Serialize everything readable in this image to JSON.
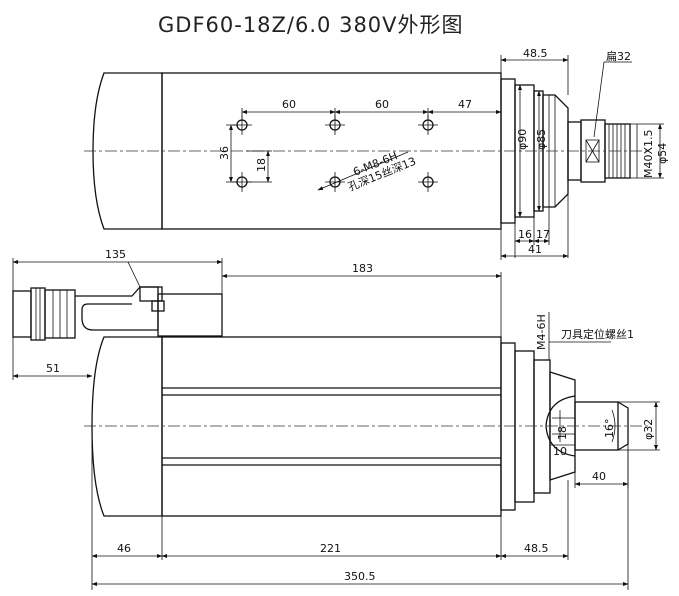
{
  "title": "GDF60-18Z/6.0 380V外形图",
  "top_view": {
    "dims": {
      "d48_5": "48.5",
      "flat32": "扁32",
      "d60a": "60",
      "d60b": "60",
      "d47": "47",
      "d36": "36",
      "d18": "18",
      "phi90": "φ90",
      "phi85": "φ85",
      "phi54": "φ54",
      "m40": "M40X1.5",
      "d16": "16",
      "d17": "17",
      "d41": "41"
    },
    "hole_note_1": "6-M8-6H",
    "hole_note_2": "孔深15丝深13"
  },
  "side_view": {
    "dims": {
      "d135": "135",
      "d183": "183",
      "d51": "51",
      "m4": "M4-6H",
      "tool_screw": "刀具定位螺丝1",
      "phi32": "φ32",
      "angle16": "16°",
      "d18": "18",
      "d10": "10",
      "d40": "40",
      "d46": "46",
      "d221": "221",
      "d48_5": "48.5",
      "d350_5": "350.5"
    }
  }
}
